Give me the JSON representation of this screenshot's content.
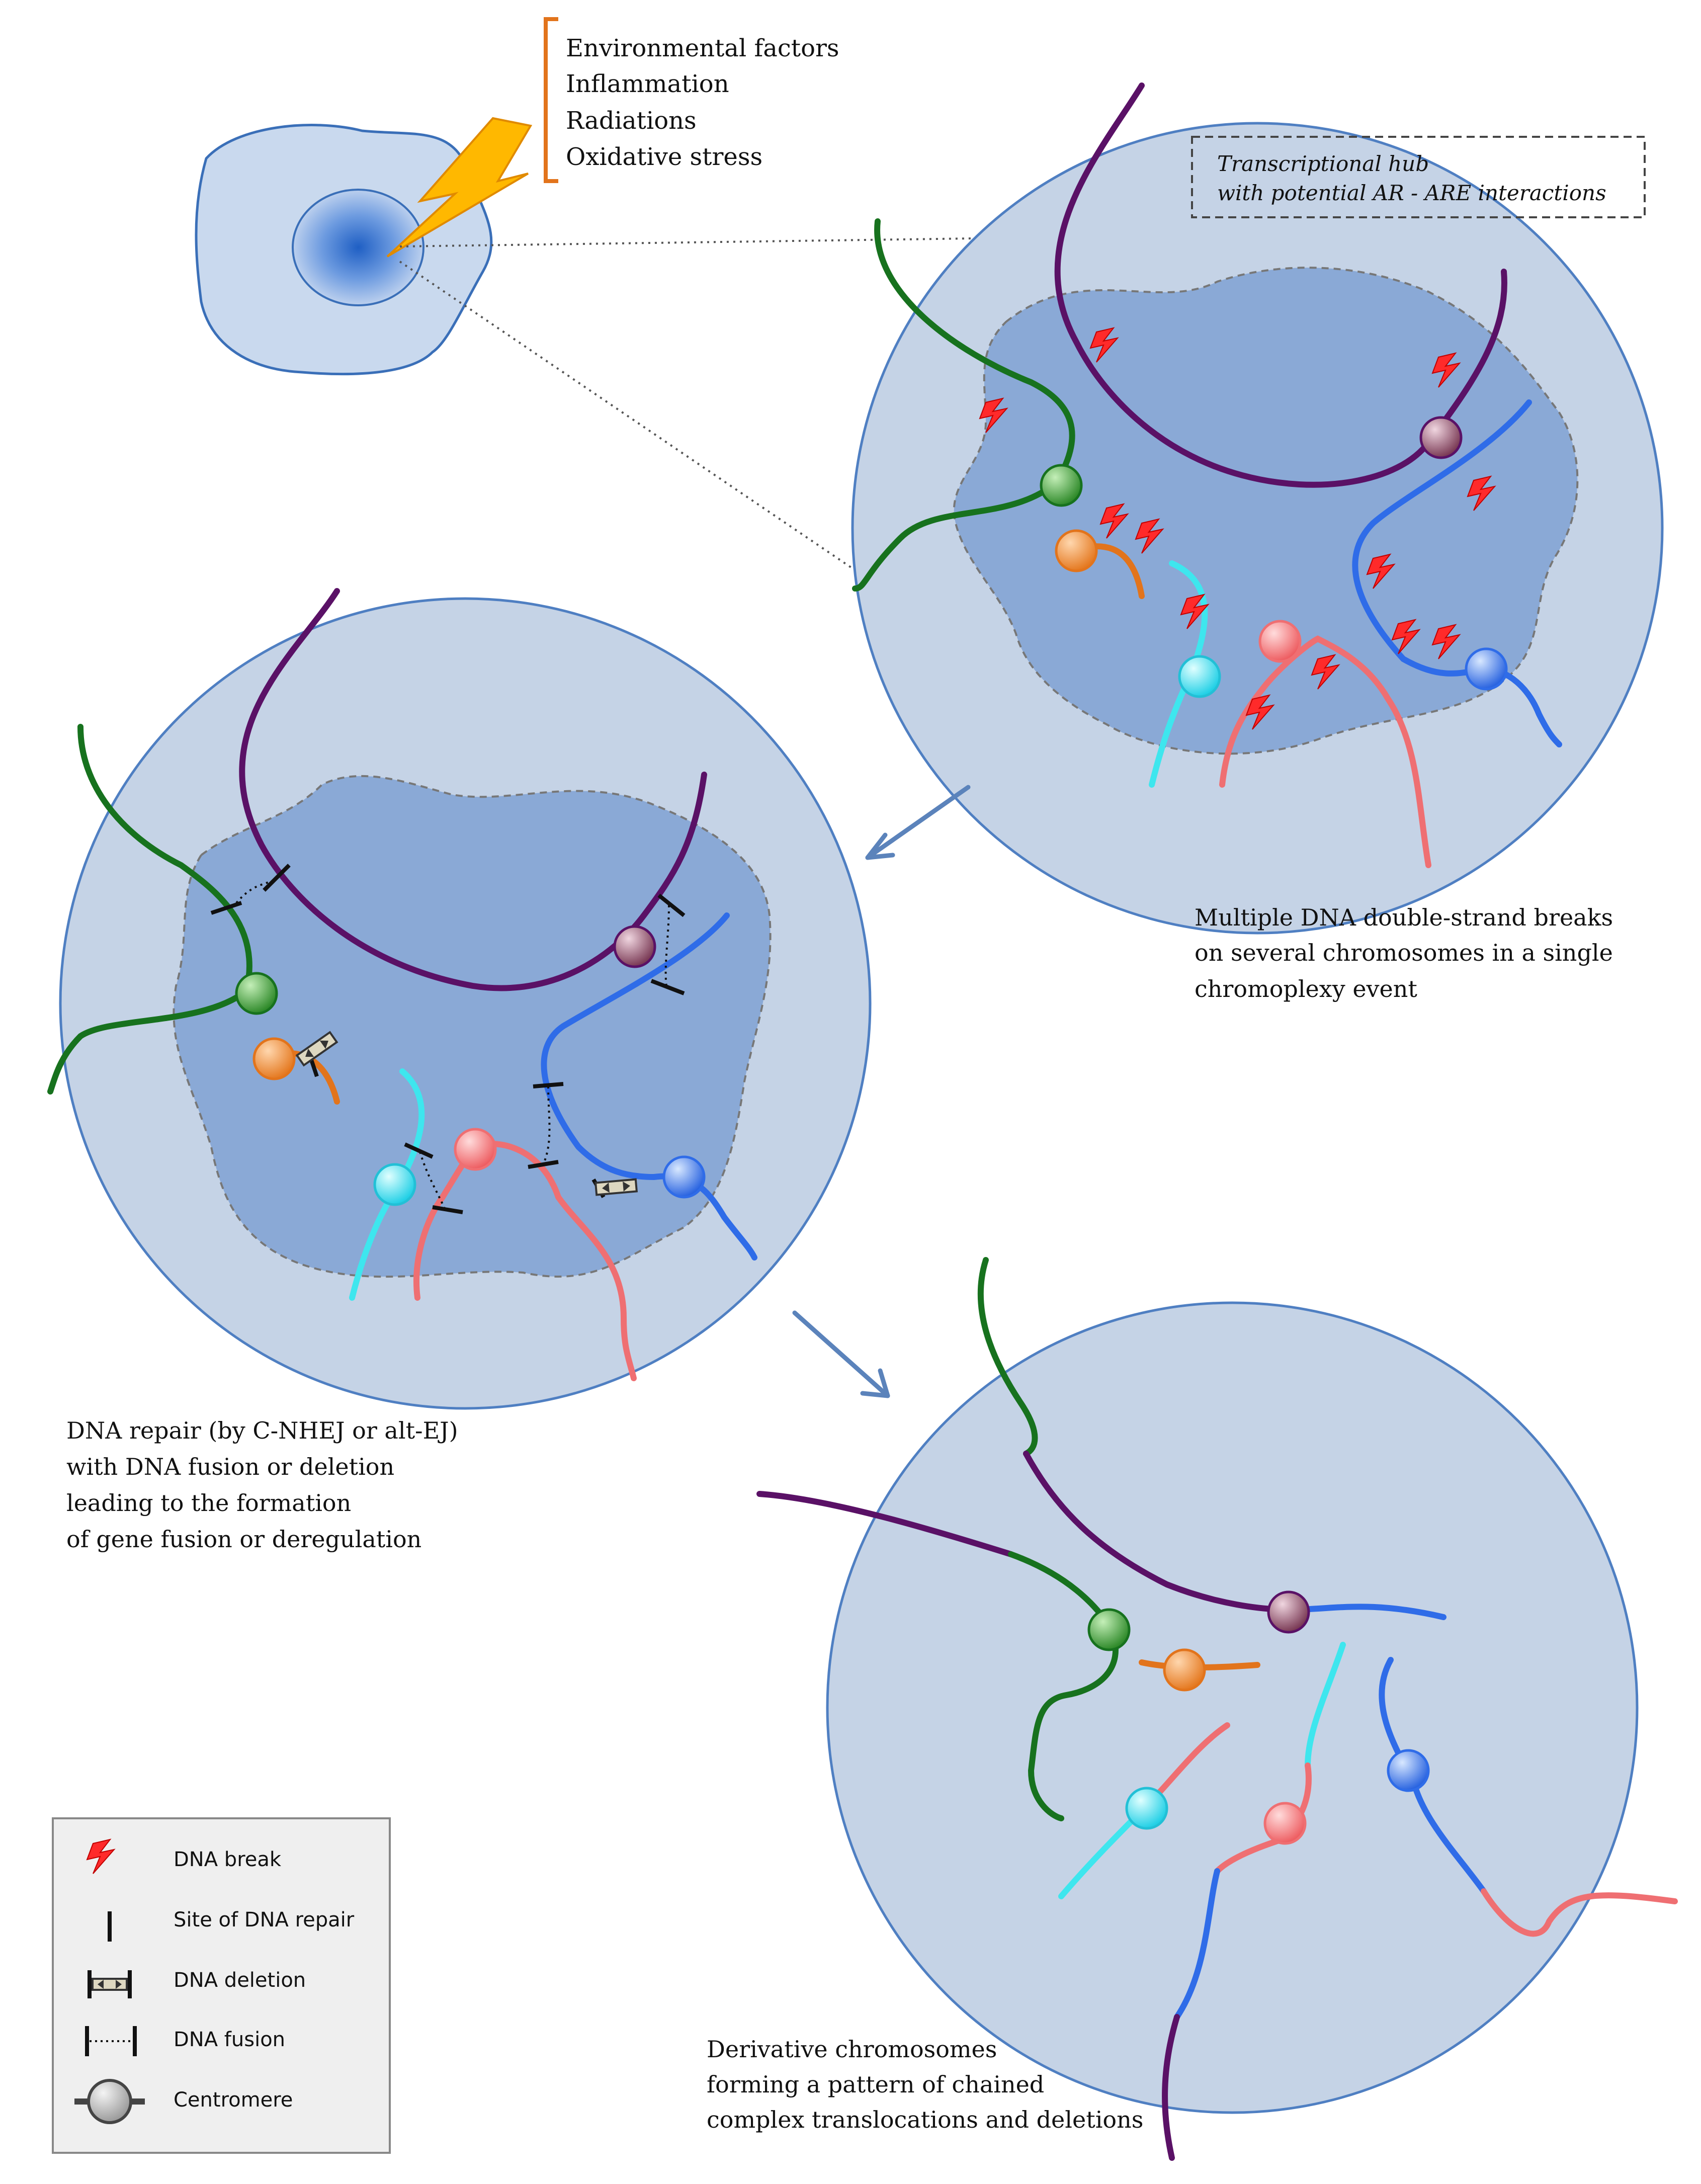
{
  "stress_factors": [
    "Environmental factors",
    "Inflammation",
    "Radiations",
    "Oxidative stress"
  ],
  "hub_label": [
    "Transcriptional hub",
    "with potential AR - ARE interactions"
  ],
  "caption_breaks": [
    "Multiple DNA double-strand breaks",
    "on several chromosomes in a single",
    "chromoplexy event"
  ],
  "caption_repair": [
    "DNA repair (by C-NHEJ or alt-EJ)",
    "with DNA fusion or deletion",
    "leading to the formation",
    "of gene fusion or deregulation"
  ],
  "caption_derivative": [
    "Derivative chromosomes",
    "forming a pattern of chained",
    "complex translocations and deletions"
  ],
  "legend": {
    "items": [
      {
        "icon": "dna-break-icon",
        "label": "DNA break"
      },
      {
        "icon": "repair-site-icon",
        "label": "Site of DNA repair"
      },
      {
        "icon": "deletion-icon",
        "label": "DNA deletion"
      },
      {
        "icon": "fusion-icon",
        "label": "DNA fusion"
      },
      {
        "icon": "centromere-icon",
        "label": "Centromere"
      }
    ]
  },
  "colors": {
    "nucleus_outer": "#c5d3e6",
    "nucleus_inner": "#8aa9d6",
    "purple": "#5a1166",
    "green": "#17721e",
    "orange": "#e2741c",
    "cyan": "#3ee6ee",
    "salmon": "#ef6f72",
    "blue": "#2f6ce8",
    "break_red": "#ff2a2a",
    "bracket": "#e2741c",
    "bolt": "#ffb000"
  }
}
